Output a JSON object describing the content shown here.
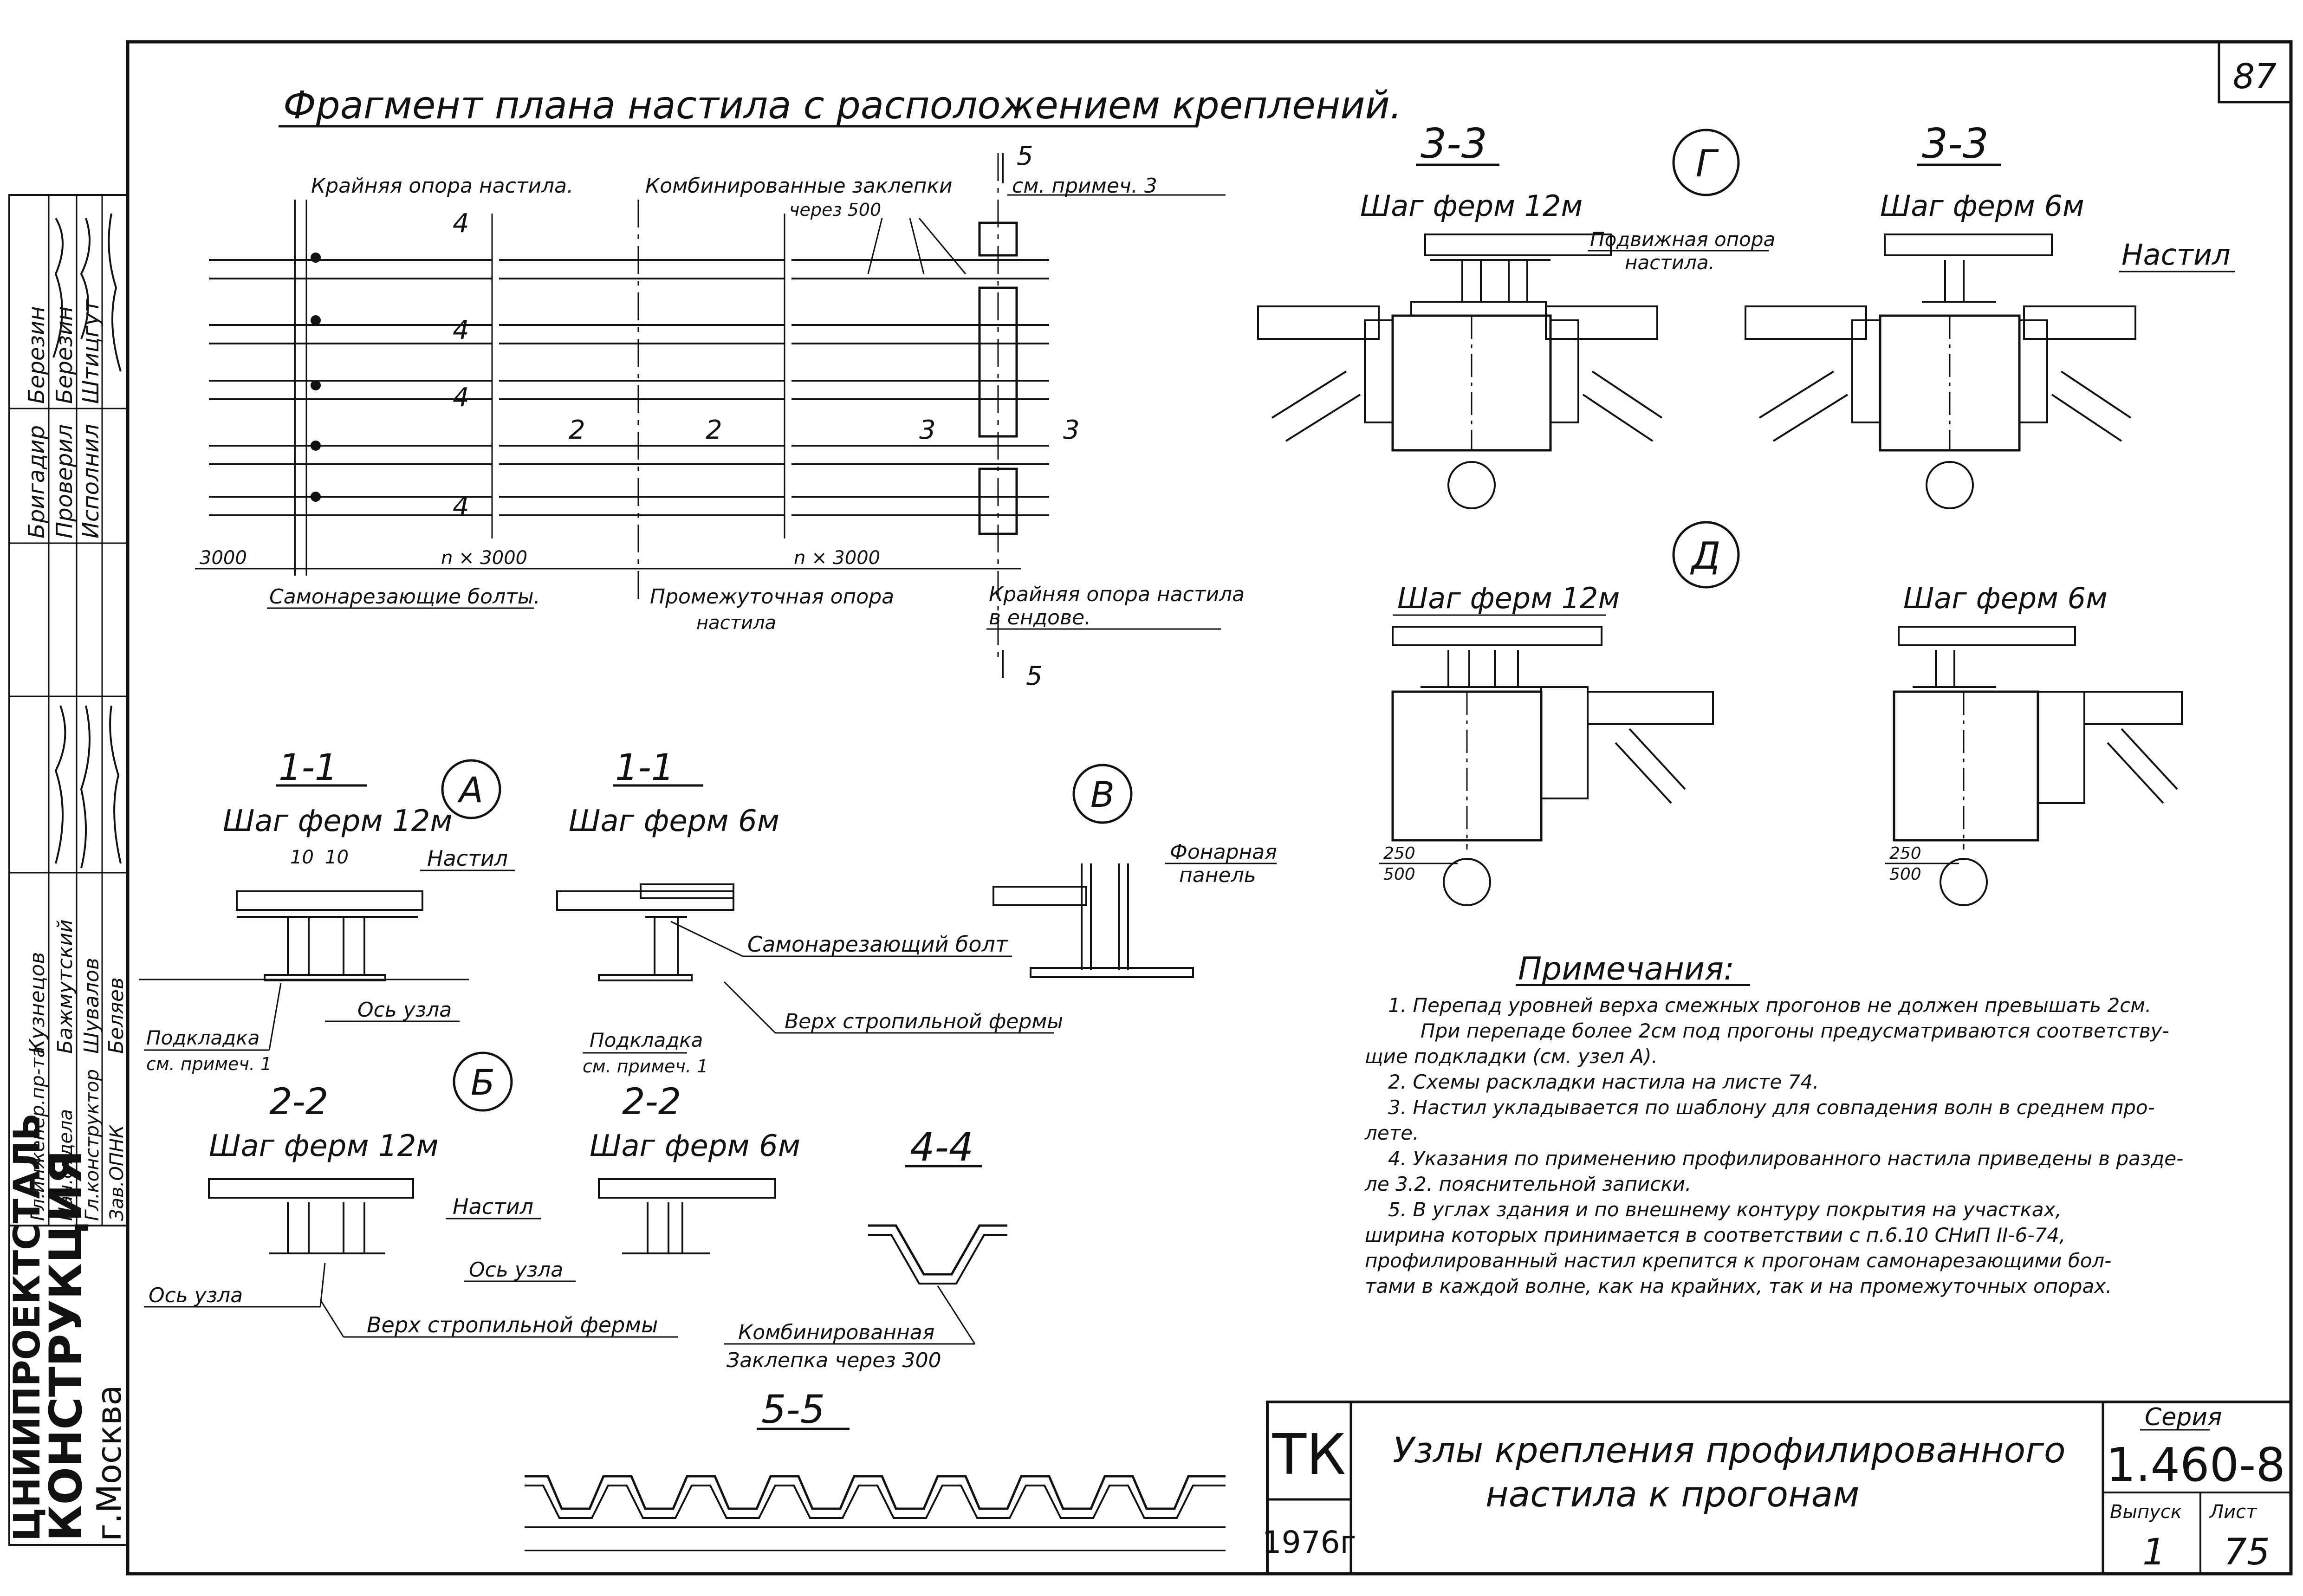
{
  "sheet": {
    "page_number": "87",
    "title_plan": "Фрагмент плана настила с расположением креплений.",
    "org_code": "ТК",
    "year": "1976г",
    "drawing_title_line1": "Узлы крепления профилированного",
    "drawing_title_line2": "настила к прогонам",
    "series_label": "Серия",
    "series_number": "1.460-8",
    "issue_label": "Выпуск",
    "issue_value": "1",
    "sheet_label": "Лист",
    "sheet_value": "75"
  },
  "stamp": {
    "org_name_1": "ЦНИИПРОЕКТСТАЛЬ",
    "org_name_2": "КОНСТРУКЦИЯ",
    "org_city": "г.Москва",
    "roles": [
      "Гл.инженер.пр-та",
      "Нач.отдела",
      "Гл.конструктор",
      "Зав.ОПНК",
      "Бригадир",
      "Проверил",
      "Исполнил"
    ],
    "names": [
      "Кузнецов",
      "Бажмутский",
      "Шувалов",
      "Беляев",
      "Березин",
      "Березин",
      "Штицгут"
    ]
  },
  "plan": {
    "label_edge_support": "Крайняя опора настила.",
    "label_rivets_1": "Комбинированные заклепки",
    "label_rivets_2": "через 500",
    "label_note_ref": "см. примеч. 3",
    "label_bolts": "Самонарезающие болты.",
    "label_mid_support_1": "Промежуточная опора",
    "label_mid_support_2": "настила",
    "label_valley_1": "Крайняя опора настила",
    "label_valley_2": "в ендове.",
    "dim_3000": "3000",
    "dim_n3000_a": "n × 3000",
    "dim_n3000_b": "n × 3000",
    "sec_4": "4",
    "sec_2": "2",
    "sec_3": "3",
    "sec_5": "5"
  },
  "sections": {
    "s11": "1-1",
    "s22": "2-2",
    "s33": "3-3",
    "s44": "4-4",
    "s55": "5-5",
    "step12": "Шаг ферм 12м",
    "step6": "Шаг ферм 6м",
    "node_a": "А",
    "node_b": "Б",
    "node_v": "В",
    "node_g": "Г",
    "node_d": "Д",
    "nastil": "Настил",
    "dim_10a": "10",
    "dim_10b": "10",
    "podkladka_1": "Подкладка",
    "podkladka_2": "см. примеч. 1",
    "os_uzla": "Ось узла",
    "verh_fermy": "Верх стропильной фермы",
    "samonar_bolt": "Самонарезающий болт",
    "fonar_1": "Фонарная",
    "fonar_2": "панель",
    "podv_opora_1": "Подвижная опора",
    "podv_opora_2": "настила.",
    "komb_1": "Комбинированная",
    "komb_2": "Заклепка через 300",
    "dim_250a": "250",
    "dim_500a": "500",
    "dim_250b": "250",
    "dim_500b": "500"
  },
  "notes": {
    "heading": "Примечания:",
    "lines": [
      "1. Перепад уровней верха смежных прогонов не должен превышать 2см.",
      "При перепаде более 2см под прогоны предусматриваются соответству-",
      "щие подкладки (см. узел А).",
      "2. Схемы раскладки настила на листе 74.",
      "3. Настил укладывается по шаблону для совпадения волн в среднем про-",
      "лете.",
      "4. Указания по применению профилированного настила приведены в разде-",
      "ле 3.2. пояснительной записки.",
      "5. В углах здания и по внешнему контуру покрытия на участках,",
      "ширина которых принимается в соответствии с п.6.10 СНиП II-6-74,",
      "профилированный настил крепится к прогонам самонарезающими бол-",
      "тами в каждой волне, как на крайних, так и на промежуточных опорах."
    ]
  }
}
